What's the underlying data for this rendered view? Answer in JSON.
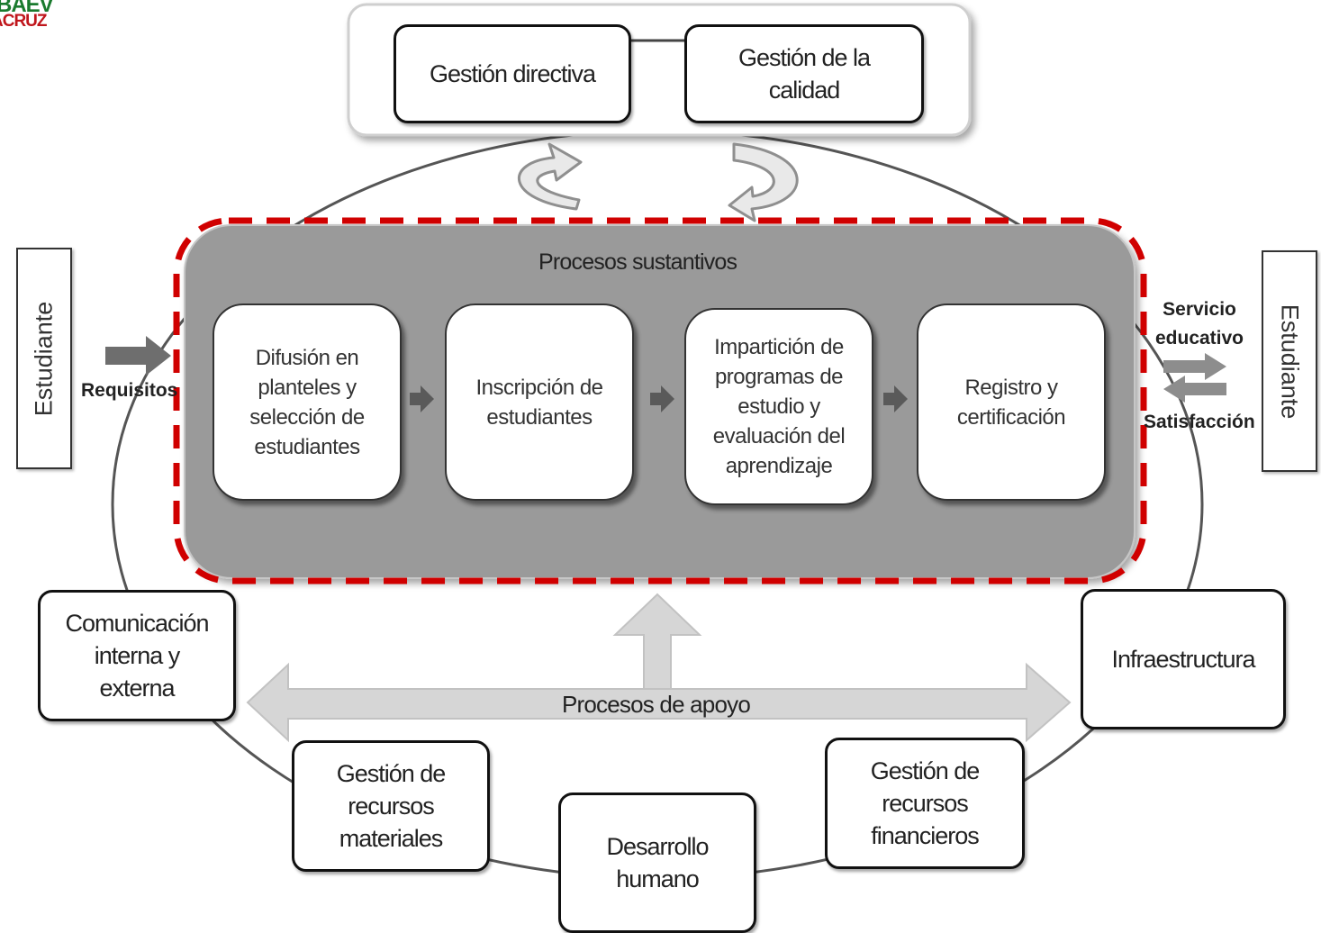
{
  "logo": {
    "line1": "BAEV",
    "line2": "ACRUZ"
  },
  "top": {
    "left_box": "Gestión directiva",
    "right_box": "Gestión de la calidad"
  },
  "sustantivos": {
    "title": "Procesos sustantivos",
    "steps": [
      "Difusión en planteles y selección de estudiantes",
      "Inscripción de estudiantes",
      "Impartición de programas de estudio y evaluación del aprendizaje",
      "Registro y certificación"
    ]
  },
  "left": {
    "side_label": "Estudiante",
    "arrow_label": "Requisitos"
  },
  "right": {
    "side_label": "Estudiante",
    "arrow_top_label": "Servicio educativo",
    "arrow_bottom_label": "Satisfacción"
  },
  "apoyo": {
    "label": "Procesos de apoyo",
    "comunicacion": "Comunicación interna y externa",
    "infraestructura": "Infraestructura",
    "materiales": "Gestión de recursos materiales",
    "humano": "Desarrollo humano",
    "financieros": "Gestión de recursos financieros"
  },
  "colors": {
    "dashed_border": "#d00000",
    "sustantivos_fill": "#9a9a9a",
    "logo_green": "#1a7a2e",
    "logo_red": "#c0161c"
  }
}
